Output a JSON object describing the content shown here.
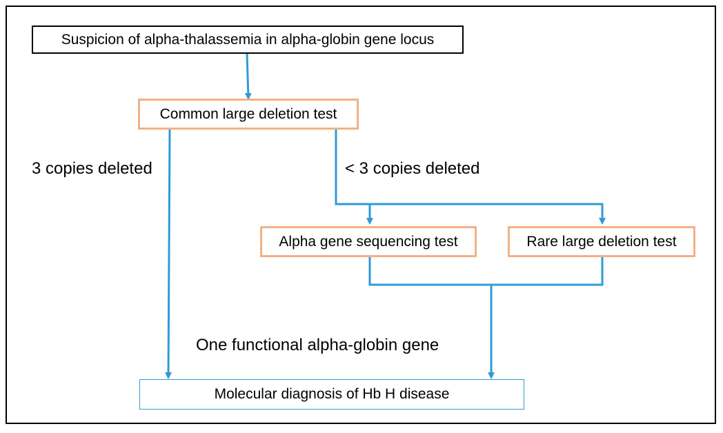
{
  "nodes": {
    "suspicion": "Suspicion of alpha-thalassemia in alpha-globin gene locus",
    "common_test": "Common large deletion test",
    "sequencing_test": "Alpha gene sequencing test",
    "rare_test": "Rare large deletion test",
    "diagnosis": "Molecular diagnosis of Hb H disease"
  },
  "edge_labels": {
    "three_deleted": "3 copies deleted",
    "less_than_three": "< 3 copies deleted",
    "one_functional": "One functional alpha-globin gene"
  },
  "colors": {
    "connector": "#2e9bd6",
    "test_border": "#f4b183",
    "diagnosis_border": "#2e9bd6",
    "start_border": "#000000"
  }
}
